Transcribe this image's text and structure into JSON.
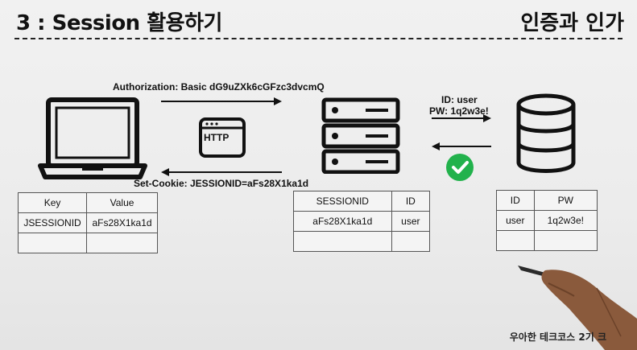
{
  "header": {
    "title": "3 : Session 활용하기",
    "right_title": "인증과 인가"
  },
  "flow": {
    "auth_request": "Authorization: Basic dG9uZXk6cGFzc3dvcmQ",
    "set_cookie": "Set-Cookie: JESSIONID=aFs28X1ka1d",
    "http_badge": "HTTP",
    "credentials_id": "ID: user",
    "credentials_pw": "PW: 1q2w3e!"
  },
  "client_table": {
    "headers": [
      "Key",
      "Value"
    ],
    "rows": [
      [
        "JSESSIONID",
        "aFs28X1ka1d"
      ],
      [
        "",
        ""
      ]
    ]
  },
  "server_table": {
    "headers": [
      "SESSIONID",
      "ID"
    ],
    "rows": [
      [
        "aFs28X1ka1d",
        "user"
      ],
      [
        "",
        ""
      ]
    ]
  },
  "db_table": {
    "headers": [
      "ID",
      "PW"
    ],
    "rows": [
      [
        "user",
        "1q2w3e!"
      ],
      [
        "",
        ""
      ]
    ]
  },
  "footer": {
    "text": "우아한 테크코스 2기 크"
  },
  "icons": {
    "laptop": "laptop-icon",
    "server": "server-icon",
    "database": "database-icon",
    "http": "http-window-icon",
    "check": "check-circle-icon"
  },
  "colors": {
    "check_green": "#22b24c",
    "ink": "#111111"
  }
}
